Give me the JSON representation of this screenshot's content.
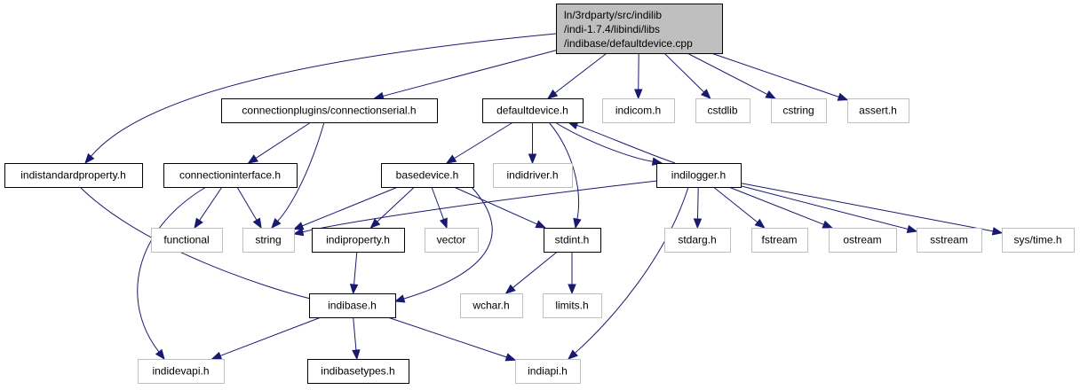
{
  "colors": {
    "edge": "#191970",
    "root_fill": "#bfbfbf",
    "documented_border": "#000000",
    "external_border": "#bfbfbf",
    "text": "#000000"
  },
  "nodes": {
    "root": {
      "lines": [
        "ln/3rdparty/src/indilib",
        "/indi-1.7.4/libindi/libs",
        "/indibase/defaultdevice.cpp"
      ],
      "kind": "root"
    },
    "connectionserial": {
      "label": "connectionplugins/connectionserial.h",
      "kind": "documented"
    },
    "defaultdevice": {
      "label": "defaultdevice.h",
      "kind": "documented"
    },
    "indicom": {
      "label": "indicom.h",
      "kind": "external"
    },
    "cstdlib": {
      "label": "cstdlib",
      "kind": "external"
    },
    "cstring": {
      "label": "cstring",
      "kind": "external"
    },
    "assert": {
      "label": "assert.h",
      "kind": "external"
    },
    "indistandardproperty": {
      "label": "indistandardproperty.h",
      "kind": "documented"
    },
    "connectioninterface": {
      "label": "connectioninterface.h",
      "kind": "documented"
    },
    "basedevice": {
      "label": "basedevice.h",
      "kind": "documented"
    },
    "indidriver": {
      "label": "indidriver.h",
      "kind": "external"
    },
    "indilogger": {
      "label": "indilogger.h",
      "kind": "documented"
    },
    "functional": {
      "label": "functional",
      "kind": "external"
    },
    "string": {
      "label": "string",
      "kind": "external"
    },
    "indiproperty": {
      "label": "indiproperty.h",
      "kind": "documented"
    },
    "vector": {
      "label": "vector",
      "kind": "external"
    },
    "stdint": {
      "label": "stdint.h",
      "kind": "documented"
    },
    "stdarg": {
      "label": "stdarg.h",
      "kind": "external"
    },
    "fstream": {
      "label": "fstream",
      "kind": "external"
    },
    "ostream": {
      "label": "ostream",
      "kind": "external"
    },
    "sstream": {
      "label": "sstream",
      "kind": "external"
    },
    "systime": {
      "label": "sys/time.h",
      "kind": "external"
    },
    "wchar": {
      "label": "wchar.h",
      "kind": "external"
    },
    "limits": {
      "label": "limits.h",
      "kind": "external"
    },
    "indibase": {
      "label": "indibase.h",
      "kind": "documented"
    },
    "indidevapi": {
      "label": "indidevapi.h",
      "kind": "external"
    },
    "indibasetypes": {
      "label": "indibasetypes.h",
      "kind": "documented"
    },
    "indiapi": {
      "label": "indiapi.h",
      "kind": "external"
    }
  },
  "edges": [
    [
      "root",
      "indistandardproperty"
    ],
    [
      "root",
      "connectionserial"
    ],
    [
      "root",
      "defaultdevice"
    ],
    [
      "root",
      "indicom"
    ],
    [
      "root",
      "cstdlib"
    ],
    [
      "root",
      "cstring"
    ],
    [
      "root",
      "assert"
    ],
    [
      "connectionserial",
      "connectioninterface"
    ],
    [
      "connectionserial",
      "string"
    ],
    [
      "defaultdevice",
      "basedevice"
    ],
    [
      "defaultdevice",
      "indidriver"
    ],
    [
      "defaultdevice",
      "indilogger"
    ],
    [
      "defaultdevice",
      "stdint"
    ],
    [
      "indilogger",
      "defaultdevice"
    ],
    [
      "indistandardproperty",
      "indibase"
    ],
    [
      "connectioninterface",
      "functional"
    ],
    [
      "connectioninterface",
      "string"
    ],
    [
      "connectioninterface",
      "indidevapi"
    ],
    [
      "basedevice",
      "string"
    ],
    [
      "basedevice",
      "indiproperty"
    ],
    [
      "basedevice",
      "vector"
    ],
    [
      "basedevice",
      "stdint"
    ],
    [
      "basedevice",
      "indibase"
    ],
    [
      "indilogger",
      "string"
    ],
    [
      "indilogger",
      "stdarg"
    ],
    [
      "indilogger",
      "fstream"
    ],
    [
      "indilogger",
      "ostream"
    ],
    [
      "indilogger",
      "sstream"
    ],
    [
      "indilogger",
      "systime"
    ],
    [
      "indilogger",
      "indiapi"
    ],
    [
      "indiproperty",
      "indibase"
    ],
    [
      "stdint",
      "wchar"
    ],
    [
      "stdint",
      "limits"
    ],
    [
      "indibase",
      "indidevapi"
    ],
    [
      "indibase",
      "indibasetypes"
    ],
    [
      "indibase",
      "indiapi"
    ]
  ]
}
